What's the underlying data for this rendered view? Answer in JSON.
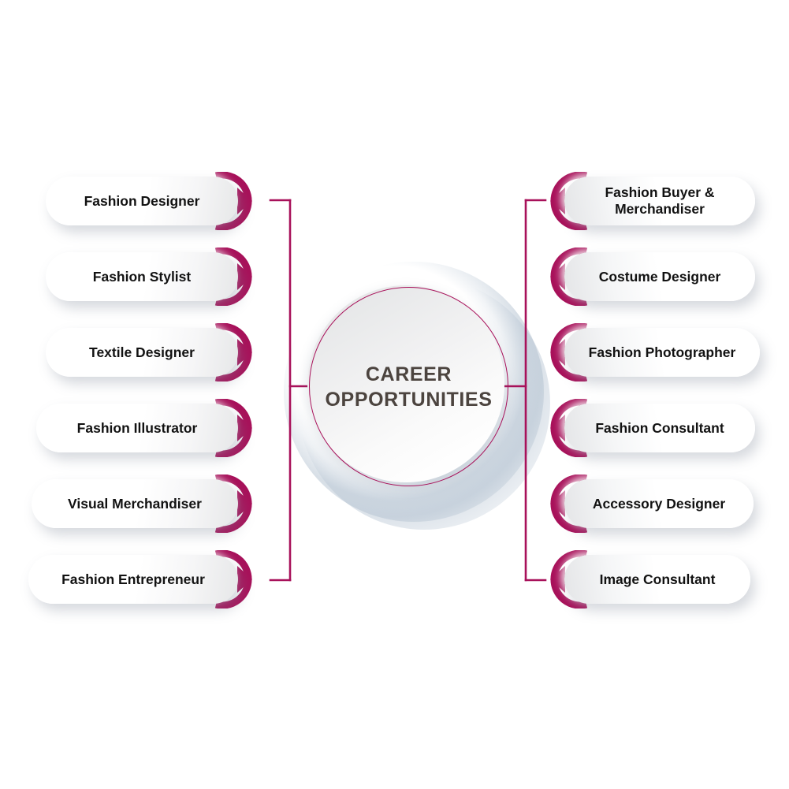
{
  "diagram": {
    "type": "mind-map",
    "center": {
      "title": "CAREER\nOPPORTUNITIES",
      "shape": "circle"
    },
    "accent_color": "#A8115A",
    "text_color": "#121212",
    "center_text_color": "#4c443f",
    "background_color": "#ffffff",
    "left_branch": {
      "side": "left",
      "items": [
        {
          "label": "Fashion Designer",
          "icon": "arrow-right-arc-icon"
        },
        {
          "label": "Fashion Stylist",
          "icon": "arrow-right-arc-icon"
        },
        {
          "label": "Textile Designer",
          "icon": "arrow-right-arc-icon"
        },
        {
          "label": "Fashion Illustrator",
          "icon": "arrow-right-arc-icon"
        },
        {
          "label": "Visual Merchandiser",
          "icon": "arrow-right-arc-icon"
        },
        {
          "label": "Fashion Entrepreneur",
          "icon": "arrow-right-arc-icon"
        }
      ]
    },
    "right_branch": {
      "side": "right",
      "items": [
        {
          "label": "Fashion Buyer &\nMerchandiser",
          "icon": "arrow-left-arc-icon"
        },
        {
          "label": "Costume Designer",
          "icon": "arrow-left-arc-icon"
        },
        {
          "label": "Fashion Photographer",
          "icon": "arrow-left-arc-icon"
        },
        {
          "label": "Fashion Consultant",
          "icon": "arrow-left-arc-icon"
        },
        {
          "label": "Accessory Designer",
          "icon": "arrow-left-arc-icon"
        },
        {
          "label": "Image Consultant",
          "icon": "arrow-left-arc-icon"
        }
      ]
    }
  }
}
